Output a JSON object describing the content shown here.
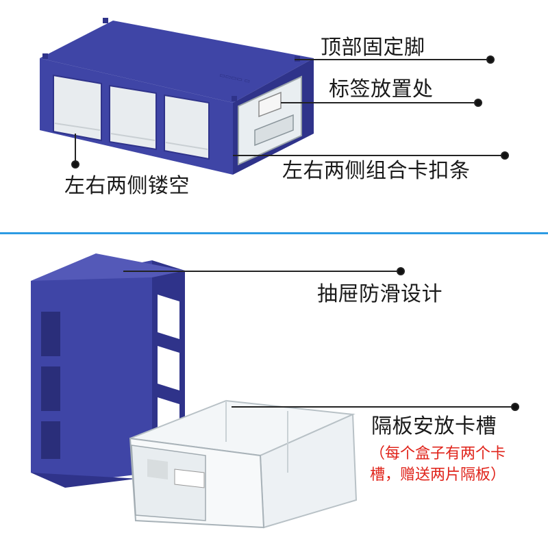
{
  "colors": {
    "divider": "#2c9be3",
    "bin_blue": "#3f45a6",
    "bin_blue_dark": "#2f338a",
    "bin_blue_light": "#5459b8",
    "note_red": "#e0241b",
    "leader_line": "#222222"
  },
  "top_section": {
    "callouts": {
      "top_feet": "顶部固定脚",
      "label_holder": "标签放置处",
      "side_clip_strip": "左右两侧组合卡扣条",
      "side_cutouts": "左右两侧镂空"
    }
  },
  "bottom_section": {
    "callouts": {
      "anti_slip": "抽屉防滑设计",
      "divider_slot": "隔板安放卡槽"
    },
    "note": "（每个盒子有两个卡槽，赠送两片隔板）"
  }
}
